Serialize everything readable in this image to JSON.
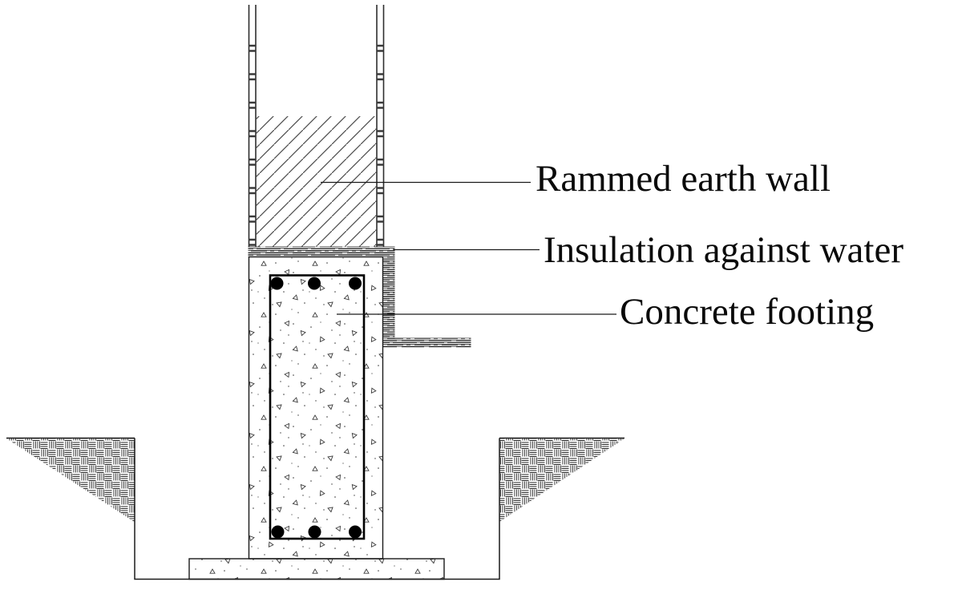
{
  "diagram": {
    "type": "construction-section-detail",
    "labels": {
      "wall": "Rammed earth wall",
      "insulation": "Insulation against water",
      "footing": "Concrete footing"
    },
    "colors": {
      "ink": "#1a1a1a",
      "background": "#ffffff",
      "rebar": "#000000"
    },
    "rebar": {
      "top_row_count": 3,
      "bottom_row_count": 3
    }
  }
}
